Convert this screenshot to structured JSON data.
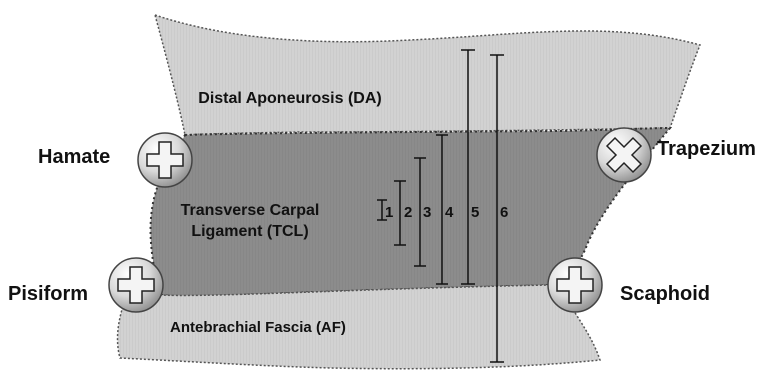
{
  "regions": {
    "distal_aponeurosis": "Distal Aponeurosis (DA)",
    "tcl_line1": "Transverse Carpal",
    "tcl_line2": "Ligament (TCL)",
    "antebrachial_fascia": "Antebrachial Fascia (AF)"
  },
  "bones": {
    "hamate": "Hamate",
    "trapezium": "Trapezium",
    "pisiform": "Pisiform",
    "scaphoid": "Scaphoid"
  },
  "measurements": [
    "1",
    "2",
    "3",
    "4",
    "5",
    "6"
  ],
  "colors": {
    "outer_tissue": "#cfcfcf",
    "ligament": "#8a8a8a",
    "bone_light": "#f2f2f2",
    "bone_dark": "#9a9a9a",
    "line": "#111111"
  }
}
